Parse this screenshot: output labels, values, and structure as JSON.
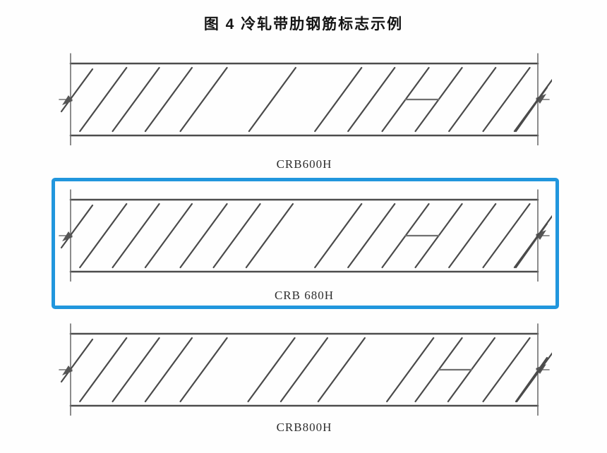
{
  "figure": {
    "caption": "图 4  冷轧带肋钢筋标志示例"
  },
  "colors": {
    "highlight_box": "#2196dd",
    "boundary_line": "#4c4c4c",
    "rib_line": "#4a4a4a",
    "thin_line": "#707070"
  },
  "bars": [
    {
      "label": "CRB600H",
      "highlighted": false,
      "diagonals": [
        0.02,
        0.09,
        0.16,
        0.235,
        0.382,
        0.523,
        0.594,
        0.667,
        0.738,
        0.81,
        0.883,
        0.95
      ],
      "h_mark": [
        0.667,
        0.738
      ]
    },
    {
      "label": "CRB 680H",
      "highlighted": true,
      "diagonals": [
        0.02,
        0.09,
        0.16,
        0.235,
        0.306,
        0.376,
        0.523,
        0.594,
        0.667,
        0.738,
        0.81,
        0.883,
        0.95
      ],
      "h_mark": [
        0.667,
        0.738
      ]
    },
    {
      "label": "CRB800H",
      "highlighted": false,
      "diagonals": [
        0.02,
        0.09,
        0.16,
        0.235,
        0.38,
        0.45,
        0.53,
        0.677,
        0.738,
        0.808,
        0.883,
        0.955
      ],
      "h_mark": [
        0.738,
        0.808
      ]
    }
  ]
}
